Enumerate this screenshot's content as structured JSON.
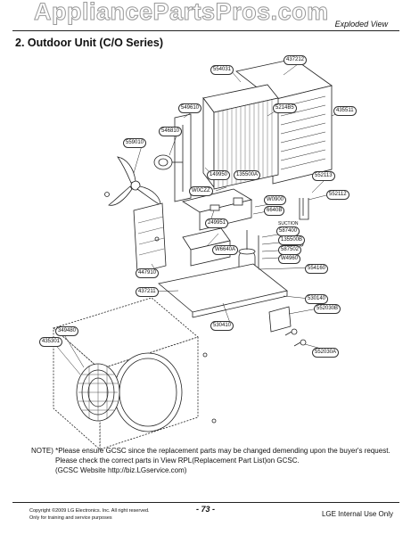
{
  "watermark": "AppliancePartsPros.com",
  "header": {
    "section": "Exploded View"
  },
  "title": "2. Outdoor Unit (C/O Series)",
  "callouts": [
    {
      "id": "437212",
      "text": "437212"
    },
    {
      "id": "554031",
      "text": "554031"
    },
    {
      "id": "549610",
      "text": "549610"
    },
    {
      "id": "546810",
      "text": "546810"
    },
    {
      "id": "559010",
      "text": "559010"
    },
    {
      "id": "5214B5",
      "text": "5214B5"
    },
    {
      "id": "435511",
      "text": "435511"
    },
    {
      "id": "W0CZZ",
      "text": "W0CZZ"
    },
    {
      "id": "149950",
      "text": "149950"
    },
    {
      "id": "135500A",
      "text": "135500A"
    },
    {
      "id": "552113",
      "text": "552113"
    },
    {
      "id": "552112",
      "text": "552112"
    },
    {
      "id": "W0900",
      "text": "W0900"
    },
    {
      "id": "6640B",
      "text": "6640B"
    },
    {
      "id": "249951",
      "text": "249951"
    },
    {
      "id": "W6640A",
      "text": "W6640A"
    },
    {
      "id": "135500B",
      "text": "135500B"
    },
    {
      "id": "587400",
      "text": "587400"
    },
    {
      "id": "587502",
      "text": "587502"
    },
    {
      "id": "W4960",
      "text": "W4960"
    },
    {
      "id": "554160",
      "text": "554160"
    },
    {
      "id": "447910",
      "text": "447910"
    },
    {
      "id": "437211",
      "text": "437211"
    },
    {
      "id": "530140",
      "text": "530140"
    },
    {
      "id": "530410",
      "text": "530410"
    },
    {
      "id": "552030B",
      "text": "552030B"
    },
    {
      "id": "349480",
      "text": "349480"
    },
    {
      "id": "435301",
      "text": "435301"
    },
    {
      "id": "552030A",
      "text": "552030A"
    }
  ],
  "suction_label": "SUCTION",
  "notes": [
    "NOTE) *Please ensure GCSC since the replacement parts may be changed demending upon the buyer's request.",
    "Please check the correct parts in View RPL(Replacement Part List)on GCSC.",
    "(GCSC Website http://biz.LGservice.com)"
  ],
  "footer": {
    "copyright": "Copyright ©2009 LG Electronics. Inc. All right reserved.",
    "training": "Only for training and service purposes",
    "page": "- 73 -",
    "internal": "LGE Internal Use Only"
  }
}
